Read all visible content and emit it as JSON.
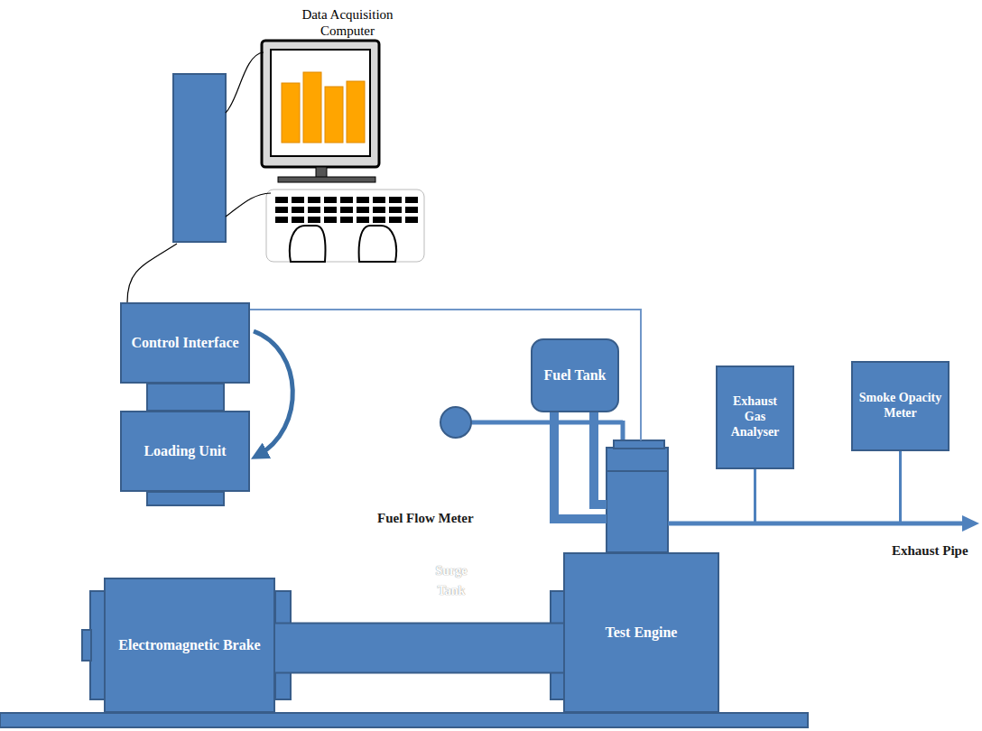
{
  "diagram": {
    "nodes": [
      {
        "text": [
          "Data Acquisition Computer"
        ]
      },
      {
        "text": [
          "Control Interface"
        ]
      },
      {
        "text": [
          "Loading Unit"
        ]
      },
      {
        "text": [
          "Fuel Tank"
        ]
      },
      {
        "text": [
          "Exhaust Gas Analyser"
        ]
      },
      {
        "text": [
          "Smoke Opacity Meter"
        ]
      },
      {
        "text": [
          "Electromagnetic Brake"
        ]
      },
      {
        "text": [
          "Test Engine"
        ]
      }
    ],
    "edges": [
      {
        "from": 0,
        "to": 1,
        "arrow": "none"
      },
      {
        "from": 1,
        "to": 2,
        "arrow": "to"
      },
      {
        "from": 1,
        "to": 7,
        "arrow": "none"
      },
      {
        "from": 3,
        "to": 7,
        "arrow": "none"
      },
      {
        "from": 7,
        "to": 4,
        "arrow": "none"
      },
      {
        "from": 7,
        "to": 5,
        "arrow": "none"
      },
      {
        "from": 6,
        "to": 7,
        "arrow": "none"
      }
    ],
    "labels": [
      "Fuel Flow Meter",
      "Surge Tank",
      "Exhaust Pipe"
    ]
  }
}
